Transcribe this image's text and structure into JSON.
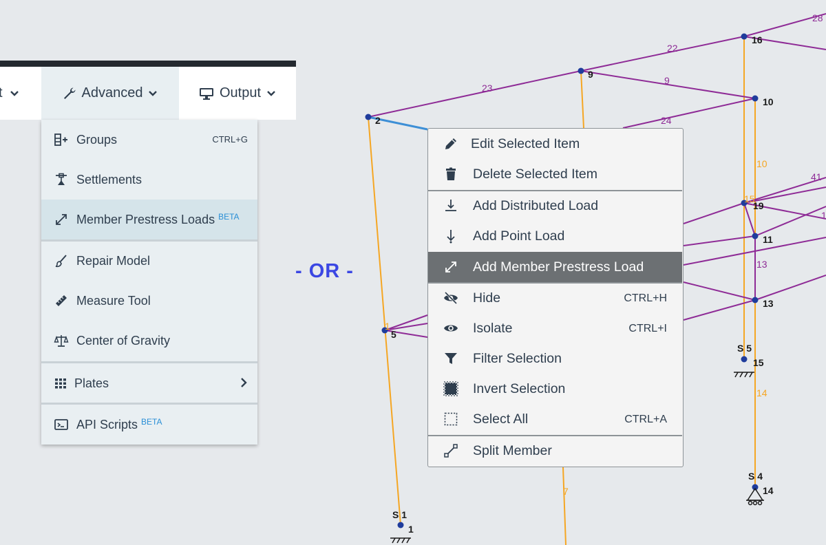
{
  "menubar": {
    "tabs": [
      {
        "label": "t"
      },
      {
        "label": "Advanced",
        "icon": "wrench-icon"
      },
      {
        "label": "Output",
        "icon": "monitor-icon"
      }
    ]
  },
  "advanced_menu": {
    "items": [
      {
        "label": "Groups",
        "icon": "groups-icon",
        "shortcut": "CTRL+G"
      },
      {
        "label": "Settlements",
        "icon": "settlement-icon"
      },
      {
        "label": "Member Prestress Loads",
        "icon": "expand-arrows-icon",
        "badge": "BETA",
        "active": true
      },
      {
        "label": "Repair Model",
        "icon": "brush-icon"
      },
      {
        "label": "Measure Tool",
        "icon": "ruler-icon"
      },
      {
        "label": "Center of Gravity",
        "icon": "balance-scale-icon"
      },
      {
        "label": "Plates",
        "icon": "grid-icon",
        "submenu": true
      },
      {
        "label": "API Scripts",
        "icon": "terminal-icon",
        "badge": "BETA"
      }
    ]
  },
  "separator_text": "- OR -",
  "context_menu": {
    "items": [
      {
        "label": "Edit Selected Item",
        "icon": "pencil-icon"
      },
      {
        "label": "Delete Selected Item",
        "icon": "trash-icon"
      },
      {
        "label": "Add Distributed Load",
        "icon": "distributed-load-icon"
      },
      {
        "label": "Add Point Load",
        "icon": "point-load-icon"
      },
      {
        "label": "Add Member Prestress Load",
        "icon": "expand-arrows-icon",
        "selected": true
      },
      {
        "label": "Hide",
        "icon": "eye-slash-icon",
        "shortcut": "CTRL+H"
      },
      {
        "label": "Isolate",
        "icon": "eye-icon",
        "shortcut": "CTRL+I"
      },
      {
        "label": "Filter Selection",
        "icon": "filter-icon"
      },
      {
        "label": "Invert Selection",
        "icon": "invert-selection-icon"
      },
      {
        "label": "Select All",
        "icon": "select-all-icon",
        "shortcut": "CTRL+A"
      },
      {
        "label": "Split Member",
        "icon": "split-member-icon"
      }
    ]
  },
  "model": {
    "colors": {
      "column": "#f5a623",
      "beam": "#8e2b96",
      "node": "#1f3c9c",
      "selected": "#3d8fd6",
      "label": "#1a1a1a"
    },
    "node_labels": [
      "1",
      "2",
      "5",
      "9",
      "10",
      "11",
      "13",
      "14",
      "15",
      "16",
      "19"
    ],
    "member_labels": [
      "1",
      "7",
      "9",
      "10",
      "13",
      "14",
      "15",
      "22",
      "23",
      "24",
      "28",
      "41",
      "1"
    ],
    "support_labels": [
      "S 1",
      "S 4",
      "S 5"
    ]
  }
}
